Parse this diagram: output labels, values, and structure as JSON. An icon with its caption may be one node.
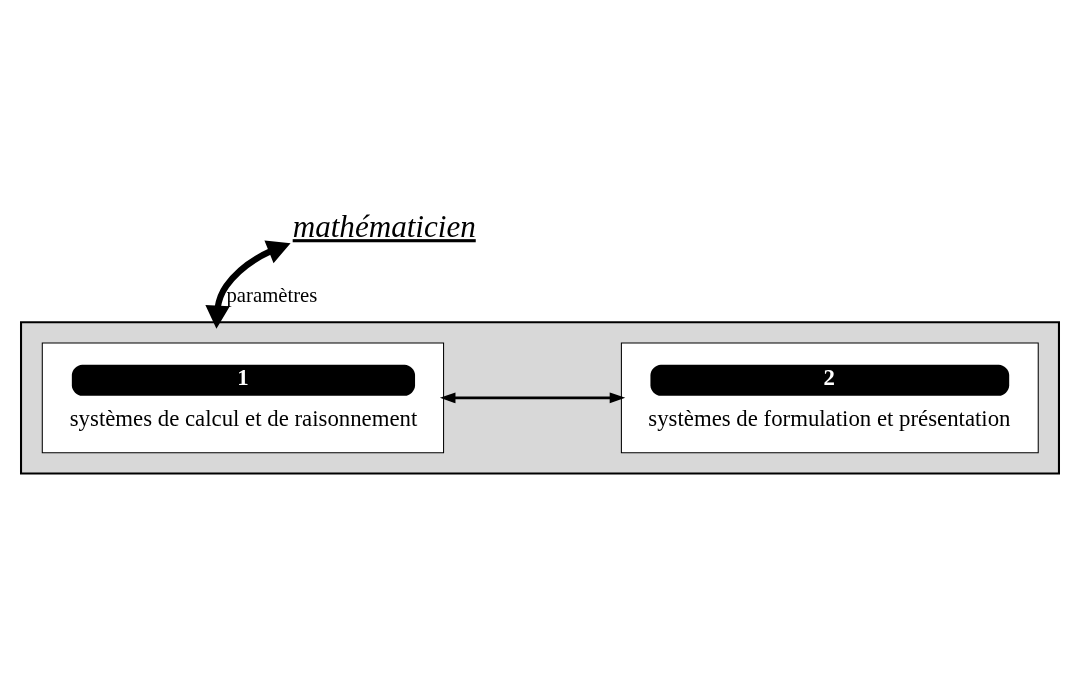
{
  "diagram": {
    "nodes": [
      {
        "text": [
          "mathématicien"
        ]
      },
      {
        "text": [],
        "shape": "box"
      },
      {
        "text": [
          "1",
          "systèmes de calcul et de raisonnement"
        ],
        "in": 1
      },
      {
        "text": [
          "2",
          "systèmes de formulation et présentation"
        ],
        "in": 1
      }
    ],
    "edges": [
      {
        "from": 1,
        "to": 0,
        "arrow": "both",
        "label": "paramètres",
        "style": "thick"
      },
      {
        "from": 2,
        "to": 3,
        "arrow": "both"
      }
    ]
  }
}
